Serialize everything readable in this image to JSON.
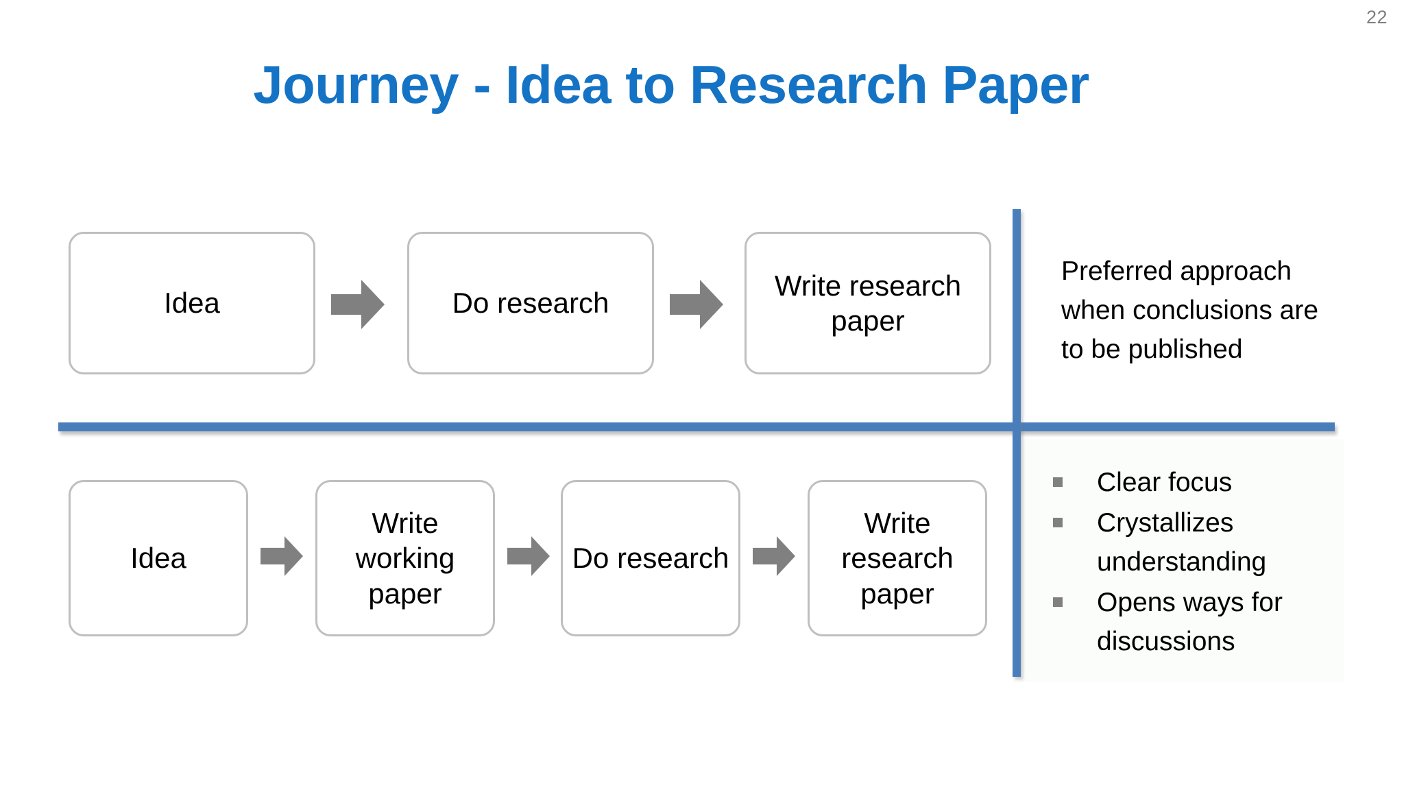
{
  "slide": {
    "title": "Journey - Idea to Research Paper",
    "page_number": "22",
    "colors": {
      "title_blue": "#1473C4",
      "divider_blue": "#4A7EBB",
      "box_border_gray": "#BFBFBF",
      "arrow_gray": "#808080",
      "bullet_gray": "#808080",
      "page_number_gray": "#7F7F7F",
      "text_black": "#000000",
      "background": "#FFFFFF"
    }
  },
  "flow_top": {
    "boxes": [
      {
        "label": "Idea"
      },
      {
        "label": "Do research"
      },
      {
        "label": "Write research paper"
      }
    ],
    "arrows": [
      {
        "name": "arrow-right"
      },
      {
        "name": "arrow-right"
      }
    ]
  },
  "flow_bottom": {
    "boxes": [
      {
        "label": "Idea"
      },
      {
        "label": "Write working paper"
      },
      {
        "label": "Do research"
      },
      {
        "label": "Write research paper"
      }
    ],
    "arrows": [
      {
        "name": "arrow-right"
      },
      {
        "name": "arrow-right"
      },
      {
        "name": "arrow-right"
      }
    ]
  },
  "note_top": {
    "text": "Preferred approach when conclusions are to be published"
  },
  "benefits": {
    "items": [
      {
        "label": "Clear focus"
      },
      {
        "label": "Crystallizes understanding"
      },
      {
        "label": "Opens ways for discussions"
      }
    ]
  }
}
